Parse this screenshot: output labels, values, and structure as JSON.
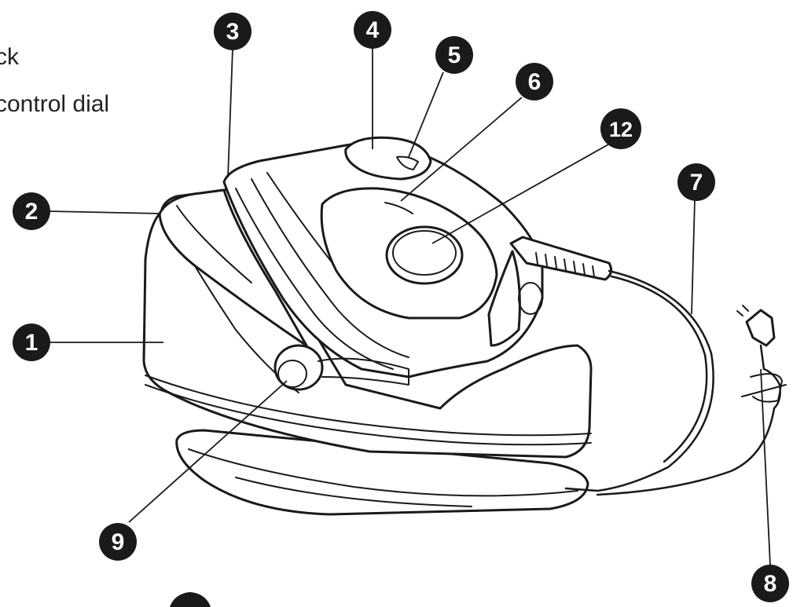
{
  "legend": {
    "line1": "ck",
    "line2": "control dial"
  },
  "callouts": [
    {
      "id": "c1",
      "label": "1"
    },
    {
      "id": "c2",
      "label": "2"
    },
    {
      "id": "c3",
      "label": "3"
    },
    {
      "id": "c4",
      "label": "4"
    },
    {
      "id": "c5",
      "label": "5"
    },
    {
      "id": "c6",
      "label": "6"
    },
    {
      "id": "c7",
      "label": "7"
    },
    {
      "id": "c8",
      "label": "8"
    },
    {
      "id": "c9",
      "label": "9"
    },
    {
      "id": "c12",
      "label": "12"
    }
  ],
  "colors": {
    "line": "#1a1a1a",
    "badge": "#1a1a1a",
    "badge_text": "#ffffff",
    "background": "#ffffff"
  }
}
